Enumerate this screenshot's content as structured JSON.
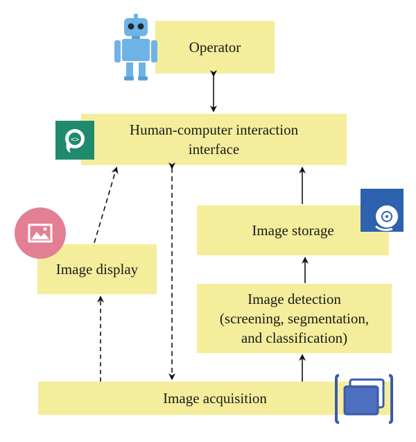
{
  "nodes": {
    "operator": "Operator",
    "hci_line1": "Human-computer interaction",
    "hci_line2": "interface",
    "image_storage": "Image storage",
    "image_display": "Image display",
    "detection_line1": "Image detection",
    "detection_line2": "(screening, segmentation,",
    "detection_line3": "and classification)",
    "image_acquisition": "Image acquisition"
  },
  "icons": {
    "operator": "robot-icon",
    "hci": "code-chat-icon",
    "display": "image-icon",
    "storage": "disk-storage-icon",
    "acquisition": "stacked-frames-icon"
  },
  "colors": {
    "box_fill": "#f4ee9c",
    "robot": "#6fb3e6",
    "hci_icon": "#1f8a6e",
    "display_icon": "#e37f95",
    "storage_icon": "#2e61ae",
    "acquisition_icon": "#3b5aa8"
  }
}
